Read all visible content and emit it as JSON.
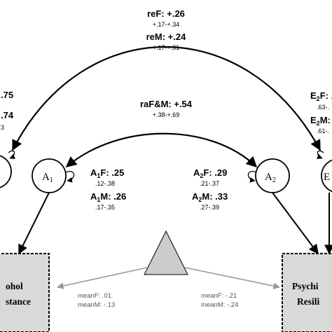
{
  "diagram": {
    "re_f": "reF: +.26",
    "re_f_ci": "+.17-+.34",
    "re_m": "reM: +.24",
    "re_m_ci": "+.17-+.31",
    "ra_fm": "raF&M: +.54",
    "ra_fm_ci": "+.38-+.69",
    "left_edge_1": ".75",
    "left_edge_2": ".74",
    "left_edge_3": "3",
    "e2f_base": "E",
    "e2f_sub": "2",
    "e2f_rest": "F: .",
    "e2f_ci": ".63-.",
    "e2m_base": "E",
    "e2m_sub": "2",
    "e2m_rest": "M: .",
    "e2m_ci": ".61-.",
    "a1_node_base": "A",
    "a1_node_sub": "1",
    "a2_node_base": "A",
    "a2_node_sub": "2",
    "e2_node_base": "E",
    "a1f_base": "A",
    "a1f_sub": "1",
    "a1f_rest": "F: .25",
    "a1f_ci": ".12-.38",
    "a1m_base": "A",
    "a1m_sub": "1",
    "a1m_rest": "M: .26",
    "a1m_ci": ".17-.35",
    "a2f_base": "A",
    "a2f_sub": "2",
    "a2f_rest": "F: .29",
    "a2f_ci": ".21-.37",
    "a2m_base": "A",
    "a2m_sub": "2",
    "a2m_rest": "M: .33",
    "a2m_ci": ".27-.39",
    "left_box_line1": "ohol",
    "left_box_line2": "stance",
    "right_box_line1": "Psychi",
    "right_box_line2": "Resili",
    "mean1_f": "meanF: .01",
    "mean1_m": "meanM: -.13",
    "mean2_f": "meanF: -.21",
    "mean2_m": "meanM: -.24"
  },
  "colors": {
    "box_fill": "#d9d9d9",
    "triangle_fill": "#cccccc",
    "grey_arrow": "#999999"
  }
}
